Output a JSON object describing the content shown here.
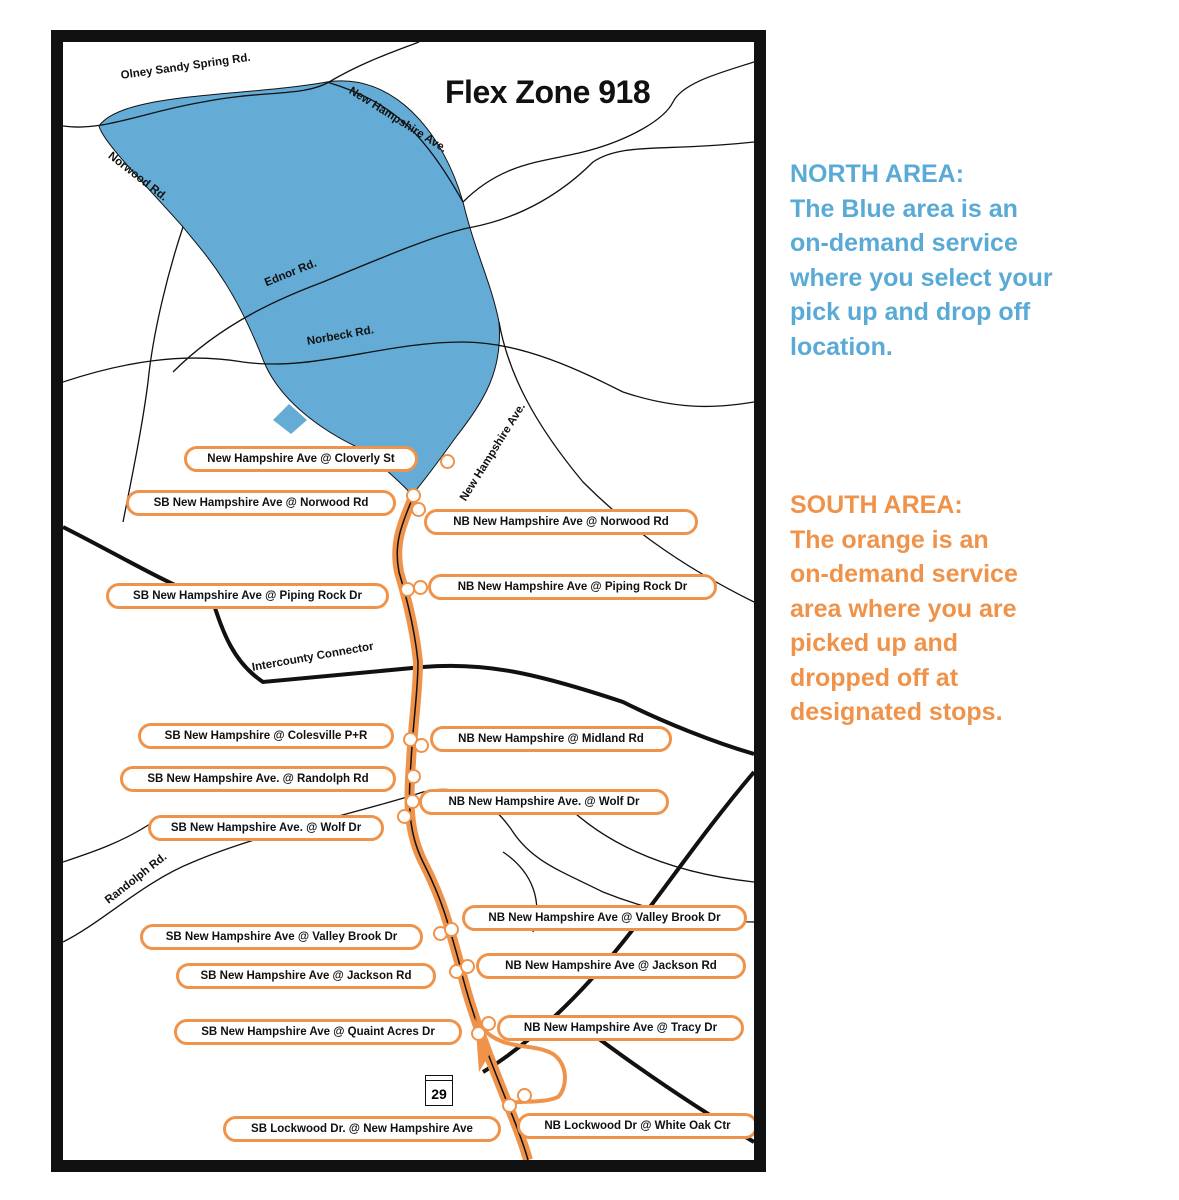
{
  "map": {
    "title": "Flex Zone 918",
    "route_shield": "29",
    "roads": {
      "olney": "Olney Sandy Spring Rd.",
      "nh_top": "New Hampshire Ave.",
      "norwood": "Norwood Rd.",
      "ednor": "Ednor Rd.",
      "norbeck": "Norbeck Rd.",
      "nh_mid": "New Hampshire Ave.",
      "icc": "Intercounty Connector",
      "randolph": "Randolph Rd."
    },
    "stops": {
      "cloverly": "New Hampshire Ave @ Cloverly St",
      "sb_norwood": "SB New Hampshire Ave @ Norwood Rd",
      "nb_norwood": "NB New Hampshire Ave @ Norwood Rd",
      "sb_piping": "SB New Hampshire Ave @ Piping Rock Dr",
      "nb_piping": "NB New Hampshire Ave @ Piping Rock Dr",
      "sb_colesville": "SB New Hampshire @ Colesville P+R",
      "nb_midland": "NB New Hampshire @ Midland Rd",
      "sb_randolph": "SB New Hampshire Ave. @ Randolph Rd",
      "nb_wolf": "NB New Hampshire Ave. @ Wolf Dr",
      "sb_wolf": "SB New Hampshire Ave. @ Wolf Dr",
      "nb_valley": "NB New Hampshire Ave @ Valley Brook Dr",
      "sb_valley": "SB New Hampshire Ave @ Valley Brook Dr",
      "nb_jackson": "NB New Hampshire Ave @ Jackson Rd",
      "sb_jackson": "SB New Hampshire Ave @ Jackson Rd",
      "nb_tracy": "NB New Hampshire Ave @ Tracy Dr",
      "sb_quaint": "SB New Hampshire Ave @ Quaint Acres Dr",
      "nb_lockwood": "NB Lockwood Dr @ White Oak Ctr",
      "sb_lockwood": "SB Lockwood Dr. @ New Hampshire Ave"
    },
    "colors": {
      "north": "#5aaad6",
      "south": "#f0934a",
      "road": "#111111"
    }
  },
  "legend": {
    "north": [
      "NORTH AREA:",
      "The Blue area is an",
      "on-demand service",
      "where you select your",
      "pick up and drop off",
      "location."
    ],
    "south": [
      "SOUTH AREA:",
      "The orange is an",
      "on-demand service",
      "area where you are",
      "picked up and",
      "dropped off at",
      "designated stops."
    ]
  }
}
